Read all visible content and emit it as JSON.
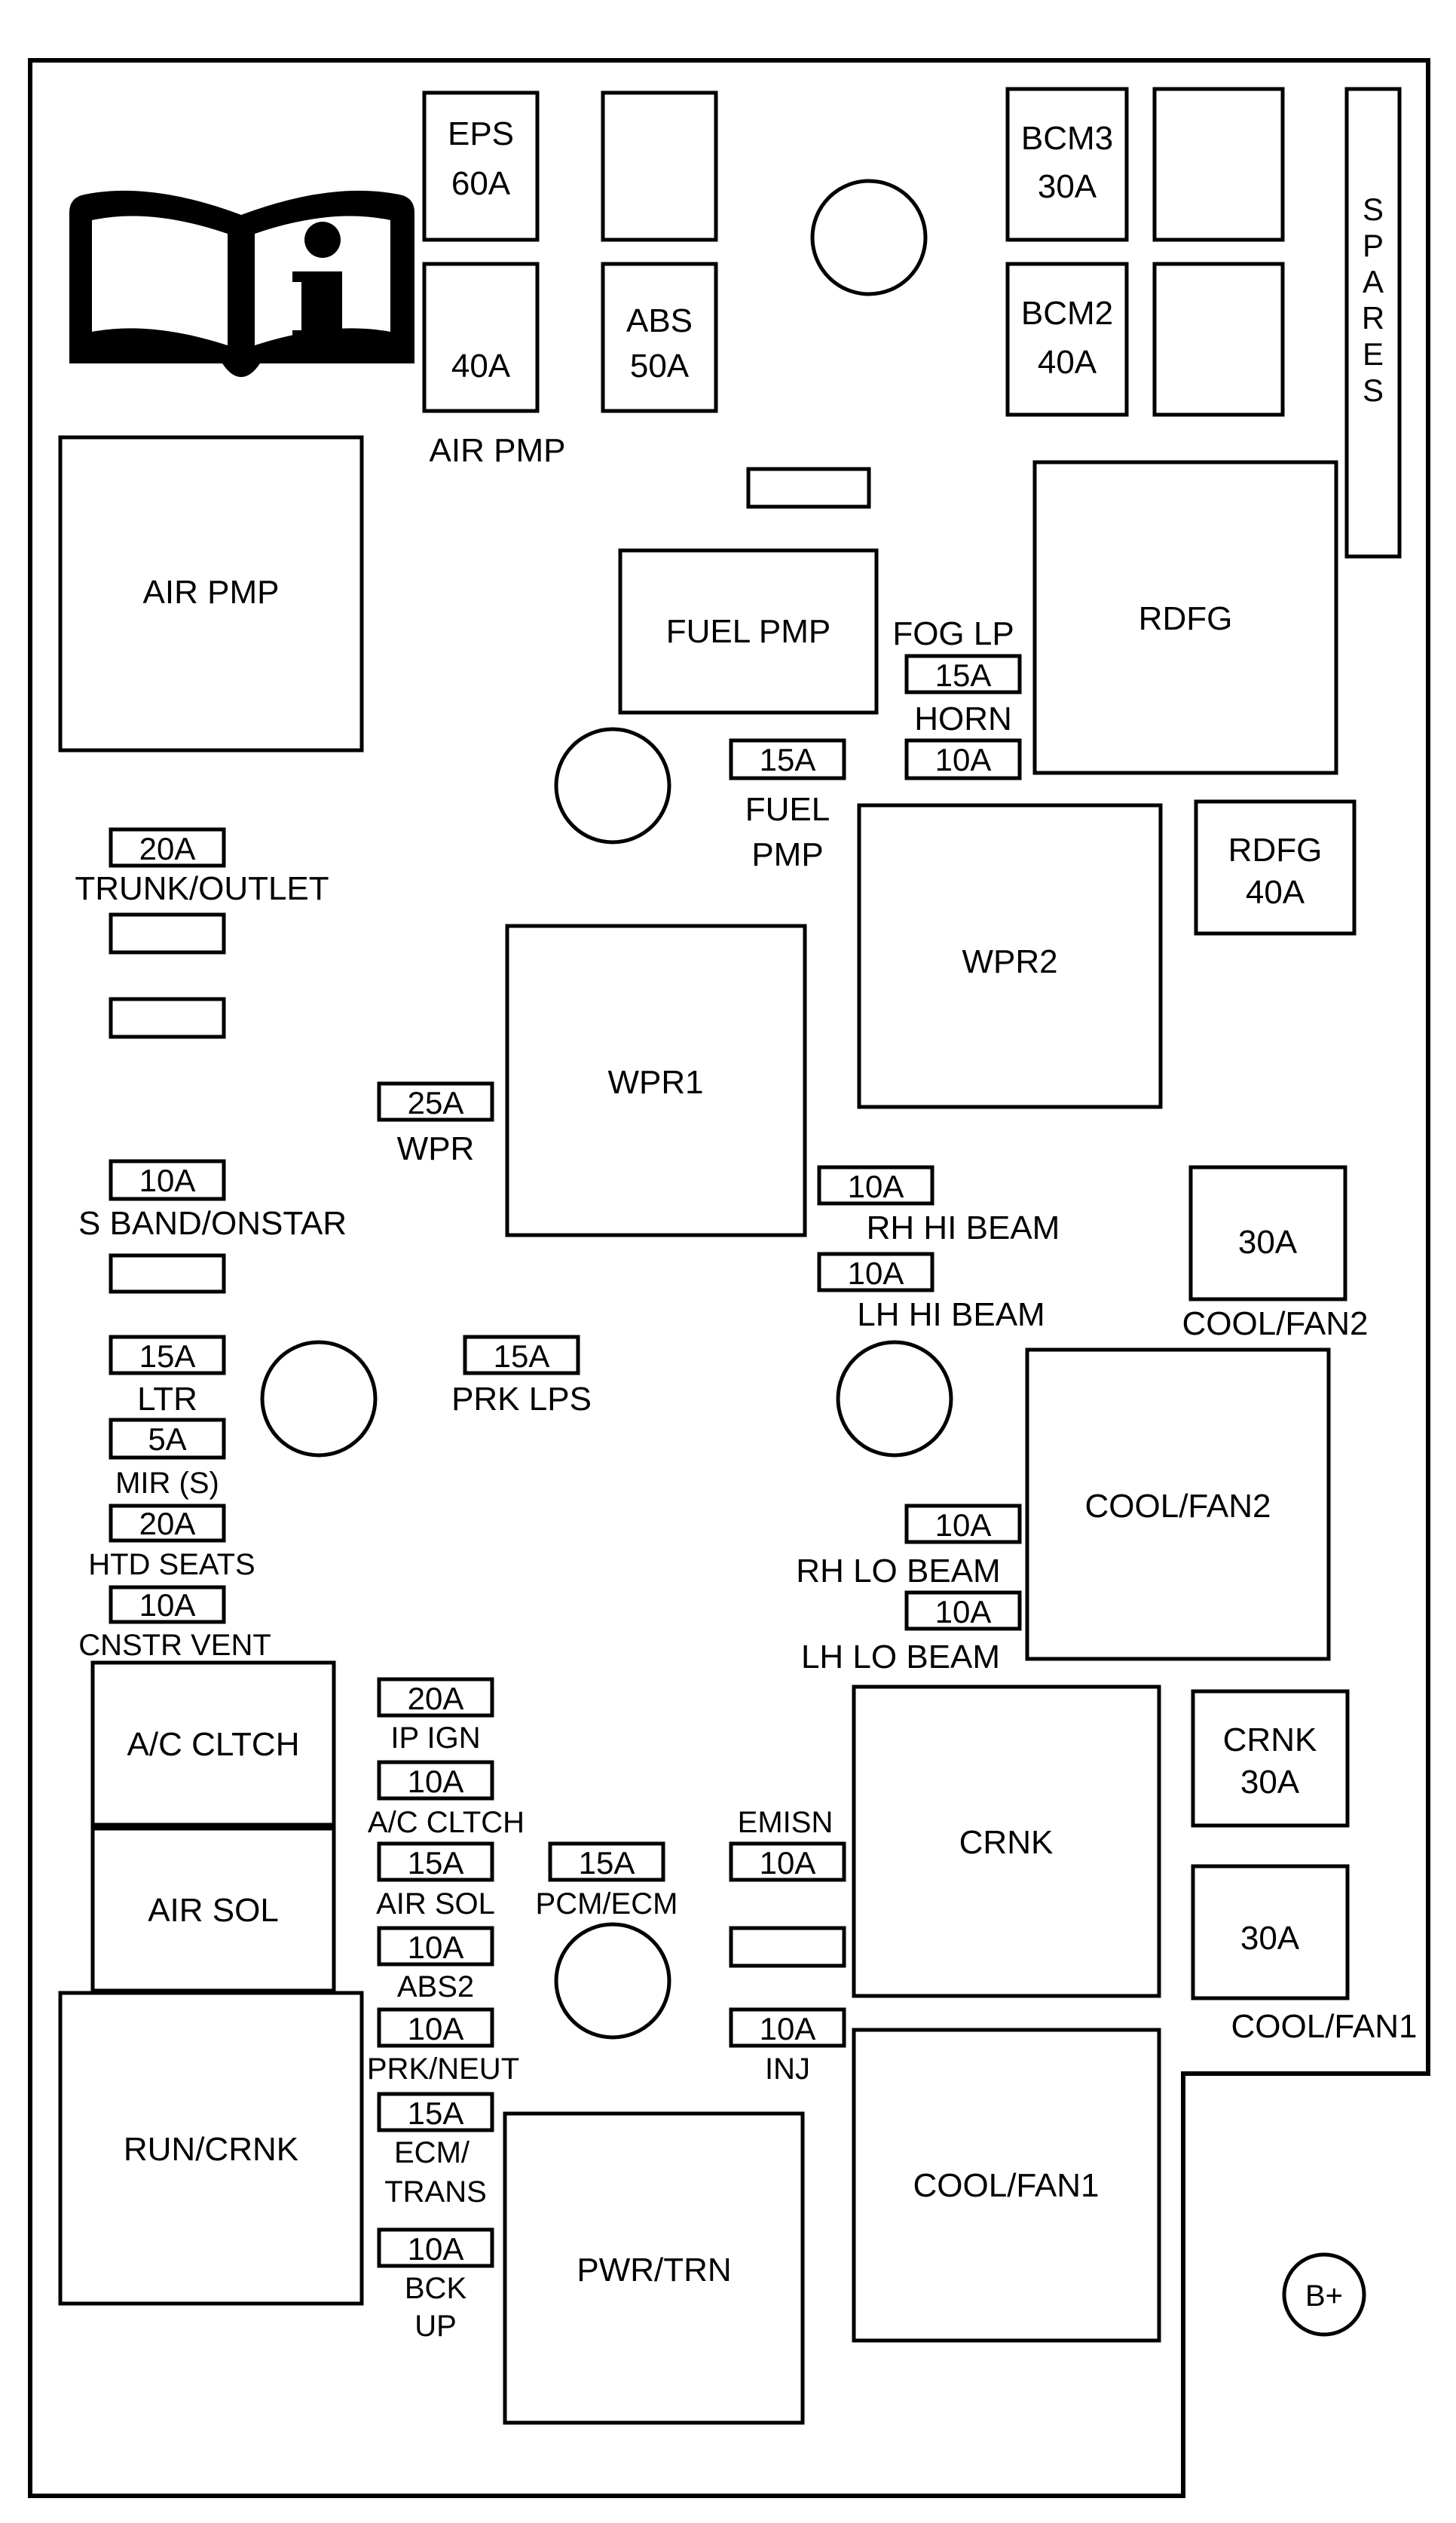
{
  "colors": {
    "line": "#000000",
    "background": "#ffffff"
  },
  "manual_icon": "info-book-icon",
  "relays": {
    "air_pmp": "AIR PMP",
    "fuel_pmp": "FUEL PMP",
    "rdfg": "RDFG",
    "wpr2": "WPR2",
    "wpr1": "WPR1",
    "cool_fan2": "COOL/FAN2",
    "a_c_cltch": "A/C CLTCH",
    "air_sol": "AIR SOL",
    "run_crnk": "RUN/CRNK",
    "crnk": "CRNK",
    "cool_fan1": "COOL/FAN1",
    "pwr_trn": "PWR/TRN"
  },
  "maxi_fuses": {
    "eps": {
      "name": "EPS",
      "rating": "60A"
    },
    "air_pmp_40": {
      "rating": "40A",
      "label": "AIR PMP"
    },
    "abs": {
      "name": "ABS",
      "rating": "50A"
    },
    "bcm3": {
      "name": "BCM3",
      "rating": "30A"
    },
    "bcm2": {
      "name": "BCM2",
      "rating": "40A"
    },
    "rdfg": {
      "name": "RDFG",
      "rating": "40A"
    },
    "cool_fan2": {
      "rating": "30A",
      "label": "COOL/FAN2"
    },
    "crnk": {
      "name": "CRNK",
      "rating": "30A"
    },
    "cool_fan1": {
      "rating": "30A",
      "label": "COOL/FAN1"
    }
  },
  "spares": "SPARES",
  "battery": "B+",
  "mini_fuses": {
    "fog_lp": {
      "rating": "15A",
      "label": "FOG LP"
    },
    "horn": {
      "rating": "10A",
      "label": "HORN"
    },
    "fuel_pmp": {
      "rating": "15A",
      "label_1": "FUEL",
      "label_2": "PMP"
    },
    "trunk_outlet": {
      "rating": "20A",
      "label": "TRUNK/OUTLET"
    },
    "wpr": {
      "rating": "25A",
      "label": "WPR"
    },
    "s_band_onstar": {
      "rating": "10A",
      "label": "S BAND/ONSTAR"
    },
    "rh_hi_beam": {
      "rating": "10A",
      "label": "RH HI BEAM"
    },
    "lh_hi_beam": {
      "rating": "10A",
      "label": "LH HI BEAM"
    },
    "ltr": {
      "rating": "15A",
      "label": "LTR"
    },
    "prk_lps": {
      "rating": "15A",
      "label": "PRK LPS"
    },
    "mir_s": {
      "rating": "5A",
      "label": "MIR (S)"
    },
    "htd_seats": {
      "rating": "20A",
      "label": "HTD SEATS"
    },
    "cnstr_vent": {
      "rating": "10A",
      "label": "CNSTR VENT"
    },
    "rh_lo_beam": {
      "rating": "10A",
      "label": "RH LO BEAM"
    },
    "lh_lo_beam": {
      "rating": "10A",
      "label": "LH LO BEAM"
    },
    "ip_ign": {
      "rating": "20A",
      "label": "IP IGN"
    },
    "a_c_cltch": {
      "rating": "10A",
      "label": "A/C CLTCH"
    },
    "air_sol": {
      "rating": "15A",
      "label": "AIR SOL"
    },
    "pcm_ecm": {
      "rating": "15A",
      "label": "PCM/ECM"
    },
    "emisn": {
      "rating": "10A",
      "label": "EMISN"
    },
    "abs2": {
      "rating": "10A",
      "label": "ABS2"
    },
    "prk_neut": {
      "rating": "10A",
      "label": "PRK/NEUT"
    },
    "inj": {
      "rating": "10A",
      "label": "INJ"
    },
    "ecm_trans": {
      "rating": "15A",
      "label_1": "ECM/",
      "label_2": "TRANS"
    },
    "bck_up": {
      "rating": "10A",
      "label_1": "BCK",
      "label_2": "UP"
    }
  }
}
